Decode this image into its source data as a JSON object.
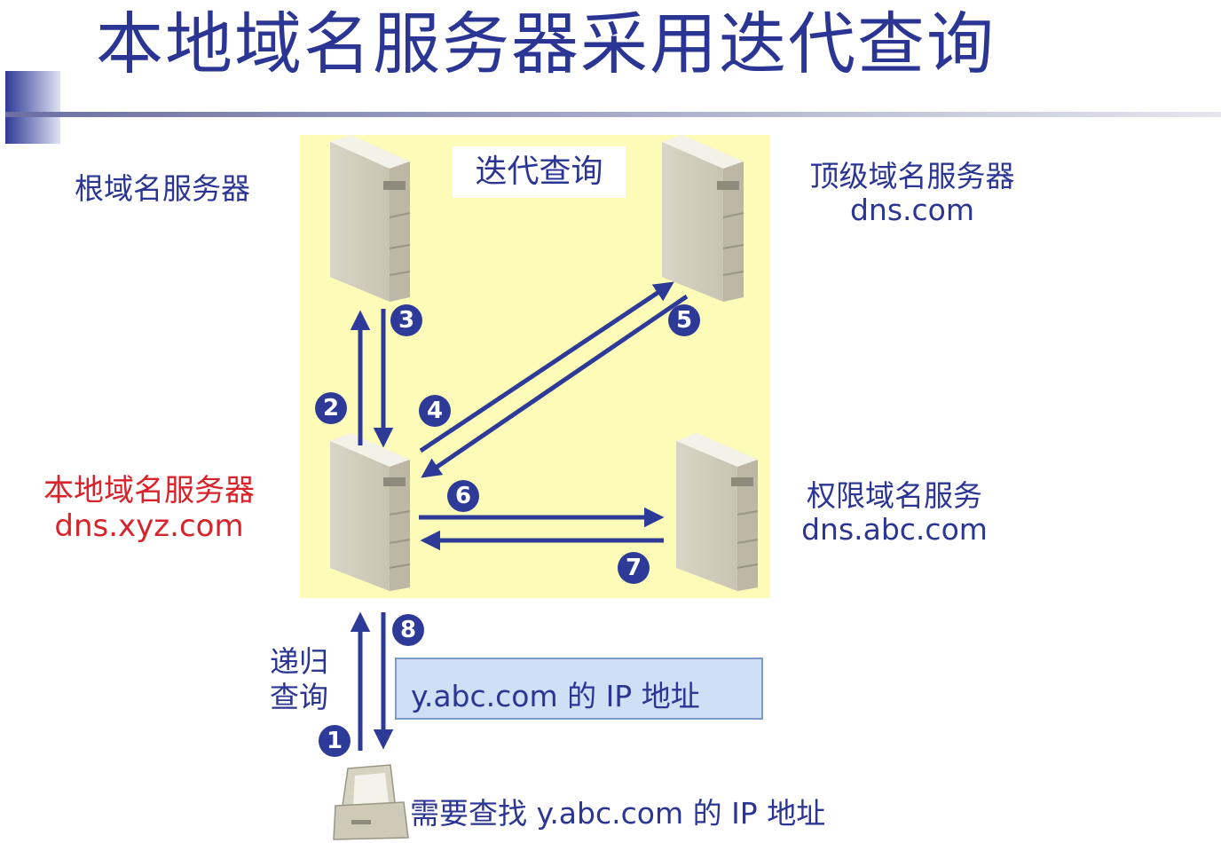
{
  "title": "本地域名服务器采用迭代查询",
  "iterative_label": "迭代查询",
  "root_server": {
    "label": "根域名服务器"
  },
  "tld_server": {
    "label": "顶级域名服务器",
    "domain": "dns.com"
  },
  "local_server": {
    "label": "本地域名服务器",
    "domain": "dns.xyz.com"
  },
  "auth_server": {
    "label": "权限域名服务",
    "domain": "dns.abc.com"
  },
  "recursive_label_line1": "递归",
  "recursive_label_line2": "查询",
  "answer_box": "y.abc.com 的 IP 地址",
  "host_caption": "需要查找 y.abc.com 的 IP 地址",
  "steps": [
    "1",
    "2",
    "3",
    "4",
    "5",
    "6",
    "7",
    "8"
  ],
  "colors": {
    "title": "#2b3593",
    "arrow": "#2e3a97",
    "highlight_panel": "#fdfbb8",
    "local_label": "#d8232a",
    "answer_box_fill": "#cfe0f6"
  }
}
